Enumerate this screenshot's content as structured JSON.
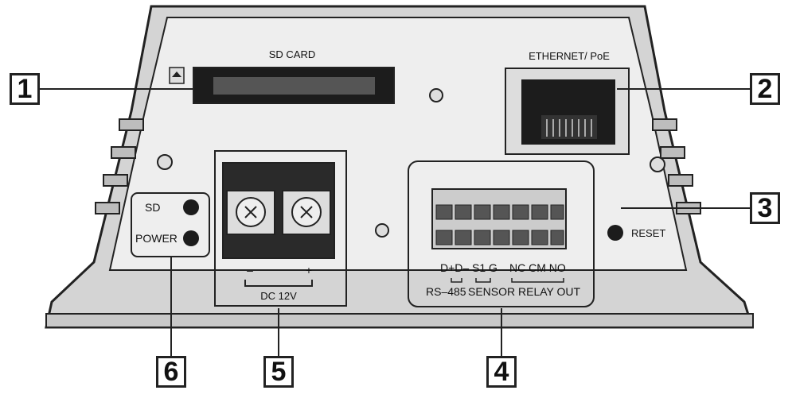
{
  "labels": {
    "sd_card": "SD CARD",
    "ethernet_poe": "ETHERNET/ PoE",
    "reset": "RESET",
    "sd_led": "SD",
    "power_led": "POWER",
    "minus": "–",
    "plus": "+",
    "dc_12v": "DC 12V",
    "pins_dd": "D+D–",
    "pins_s1g": "S1 G",
    "pins_relay": "NC CM NO",
    "rs485": "RS–485",
    "sensor": "SENSOR",
    "relay_out": "RELAY OUT"
  },
  "callouts": [
    "1",
    "2",
    "3",
    "4",
    "5",
    "6"
  ],
  "colors": {
    "outline": "#222222",
    "body_fill": "#eeeeee",
    "fin_fill": "#bdbdbd",
    "dark_part": "#1c1c1c"
  }
}
